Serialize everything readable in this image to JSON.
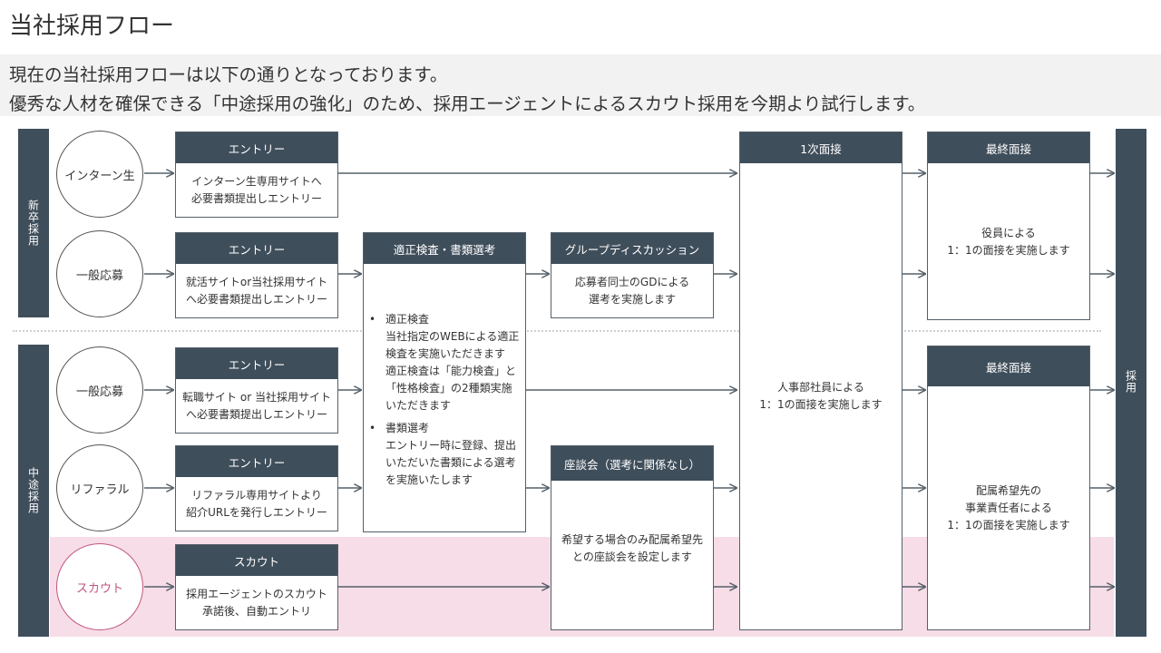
{
  "title": "当社採用フロー",
  "intro": [
    "現在の当社採用フローは以下の通りとなっております。",
    "優秀な人材を確保できる「中途採用の強化」のため、採用エージェントによるスカウト採用を今期より試行します。"
  ],
  "sections": {
    "shinsotsu": "新卒採用",
    "chuto": "中途採用",
    "saiyo": "採用"
  },
  "sources": {
    "intern": "インターン生",
    "general_new": "一般応募",
    "general_mid": "一般応募",
    "referral": "リファラル",
    "scout": "スカウト"
  },
  "entries": {
    "intern": {
      "head": "エントリー",
      "lines": [
        "インターン生専用サイトへ",
        "必要書類提出しエントリー"
      ]
    },
    "general_new": {
      "head": "エントリー",
      "lines": [
        "就活サイトor当社採用サイト",
        "へ必要書類提出しエントリー"
      ]
    },
    "general_mid": {
      "head": "エントリー",
      "lines": [
        "転職サイト or 当社採用サイト",
        "へ必要書類提出しエントリー"
      ]
    },
    "referral": {
      "head": "エントリー",
      "lines": [
        "リファラル専用サイトより",
        "紹介URLを発行しエントリー"
      ]
    },
    "scout": {
      "head": "スカウト",
      "lines": [
        "採用エージェントのスカウト",
        "承諾後、自動エントリ"
      ]
    }
  },
  "screening": {
    "head": "適正検査・書類選考",
    "items": [
      {
        "bullet": "•",
        "lines": [
          "適正検査",
          "当社指定のWEBによる適正",
          "検査を実施いただきます",
          "適正検査は「能力検査」と",
          "「性格検査」の2種類実施",
          "いただきます"
        ]
      },
      {
        "bullet": "•",
        "lines": [
          "書類選考",
          "エントリー時に登録、提出",
          "いただいた書類による選考",
          "を実施いたします"
        ]
      }
    ]
  },
  "gd": {
    "head": "グループディスカッション",
    "lines": [
      "応募者同士のGDによる",
      "選考を実施します"
    ]
  },
  "zadankai": {
    "head": "座談会（選考に関係なし）",
    "lines": [
      "希望する場合のみ配属希望先",
      "との座談会を設定します"
    ]
  },
  "first_interview": {
    "head": "1次面接",
    "lines": [
      "人事部社員による",
      "1：1の面接を実施します"
    ]
  },
  "final_new": {
    "head": "最終面接",
    "lines": [
      "役員による",
      "1：1の面接を実施します"
    ]
  },
  "final_mid": {
    "head": "最終面接",
    "lines": [
      "配属希望先の",
      "事業責任者による",
      "1：1の面接を実施します"
    ]
  },
  "colors": {
    "dark": "#3f4e5b",
    "scout_band": "#f7dde7",
    "scout_accent": "#c0557f",
    "intro_bg": "#f2f2f2"
  }
}
